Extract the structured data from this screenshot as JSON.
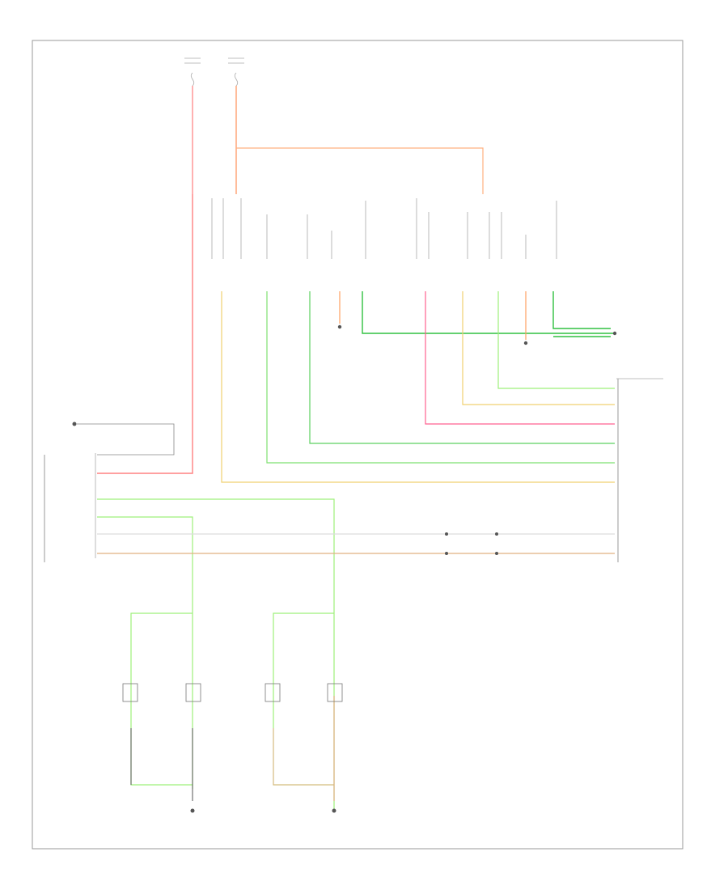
{
  "diagram": {
    "ref_code": "",
    "wires": [
      {
        "id": "red",
        "color": "#ff8080"
      },
      {
        "id": "orange",
        "color": "#ffb070"
      },
      {
        "id": "yellow",
        "color": "#f0d070"
      },
      {
        "id": "lt-green",
        "color": "#9ef07a"
      },
      {
        "id": "green",
        "color": "#30c040"
      },
      {
        "id": "tan",
        "color": "#e0b080"
      },
      {
        "id": "white",
        "color": "#d8d8d8"
      },
      {
        "id": "pink",
        "color": "#ff6090"
      },
      {
        "id": "gray",
        "color": "#c0c0c0"
      }
    ]
  }
}
